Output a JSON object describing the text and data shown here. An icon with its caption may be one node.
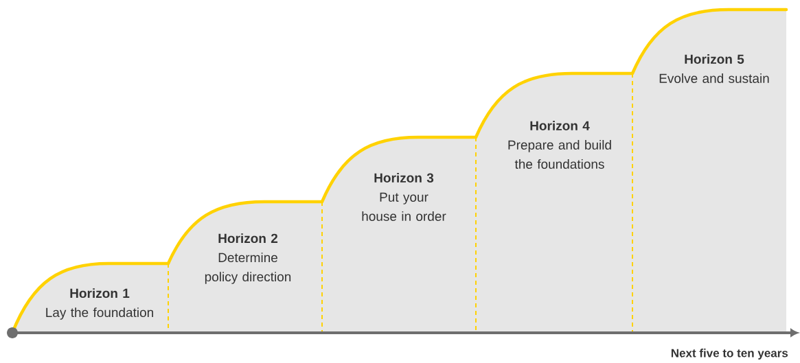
{
  "diagram": {
    "nodes": [
      {
        "text": [
          "Horizon 1",
          "Lay the foundation"
        ]
      },
      {
        "text": [
          "Horizon 2",
          "Determine policy direction"
        ]
      },
      {
        "text": [
          "Horizon 3",
          "Put your house in order"
        ]
      },
      {
        "text": [
          "Horizon 4",
          "Prepare and build the foundations"
        ]
      },
      {
        "text": [
          "Horizon 5",
          "Evolve and sustain"
        ]
      }
    ],
    "labels": [
      "Next five to ten years"
    ]
  }
}
